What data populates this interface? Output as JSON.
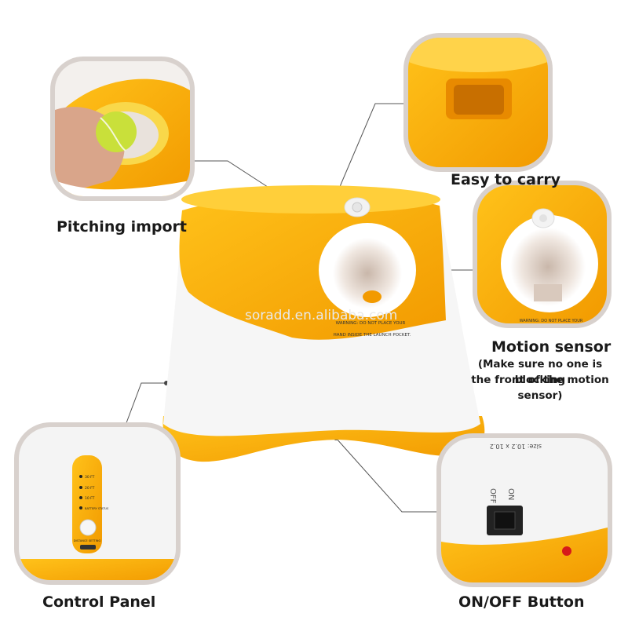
{
  "callouts": {
    "pitching": {
      "label": "Pitching import"
    },
    "carry": {
      "label": "Easy to carry"
    },
    "motion": {
      "label": "Motion sensor",
      "note_line1": "(Make sure no one is blocking",
      "note_line2": "the front of the motion sensor)"
    },
    "panel": {
      "label": "Control Panel",
      "settings": [
        "30 FT",
        "20 FT",
        "10 FT",
        "BATTERY STATUS"
      ],
      "button_caption": "DISTANCE SETTING"
    },
    "power": {
      "label": "ON/OFF Button",
      "off_text": "OFF",
      "on_text": "ON",
      "size_text": "size: 10.2 x 10.2"
    }
  },
  "product": {
    "warning_line1": "WARNING: DO NOT PLACE YOUR",
    "warning_line2": "HAND INSIDE THE LAUNCH POCKET."
  },
  "watermark": "soradd.en.alibaba.com",
  "colors": {
    "accent": "#f7b500",
    "accent_dark": "#f29a00",
    "body_white": "#f6f6f6",
    "frame": "#d6cfcc",
    "ball": "#c9e03a",
    "switch": "#d61a1a"
  }
}
